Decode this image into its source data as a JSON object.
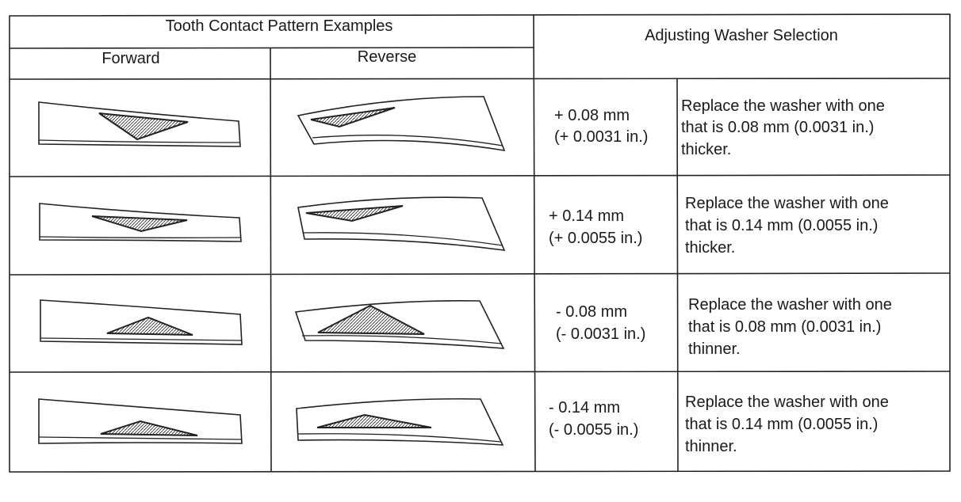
{
  "table": {
    "header": {
      "group_title": "Tooth Contact Pattern Examples",
      "forward_label": "Forward",
      "reverse_label": "Reverse",
      "adjust_title": "Adjusting Washer Selection"
    },
    "rows": [
      {
        "forward_pattern": "tooth-contact-pattern-heel-high",
        "reverse_pattern": "tooth-contact-pattern-toe-high",
        "amount_mm": "+ 0.08 mm",
        "amount_in": "(+ 0.0031 in.)",
        "instruction": [
          "Replace the washer with one",
          "that is 0.08 mm (0.0031 in.)",
          "thicker."
        ]
      },
      {
        "forward_pattern": "tooth-contact-pattern-high-center",
        "reverse_pattern": "tooth-contact-pattern-high-flank",
        "amount_mm": "+ 0.14 mm",
        "amount_in": "(+ 0.0055 in.)",
        "instruction": [
          "Replace the washer with one",
          "that is 0.14 mm (0.0055 in.)",
          "thicker."
        ]
      },
      {
        "forward_pattern": "tooth-contact-pattern-low-center",
        "reverse_pattern": "tooth-contact-pattern-low-large",
        "amount_mm": "- 0.08 mm",
        "amount_in": "(- 0.0031 in.)",
        "instruction": [
          "Replace the washer with one",
          "that is 0.08 mm (0.0031 in.)",
          "thinner."
        ]
      },
      {
        "forward_pattern": "tooth-contact-pattern-low-root",
        "reverse_pattern": "tooth-contact-pattern-low-root-long",
        "amount_mm": "- 0.14 mm",
        "amount_in": "(- 0.0055 in.)",
        "instruction": [
          "Replace the washer with one",
          "that is 0.14 mm (0.0055 in.)",
          "thinner."
        ]
      }
    ]
  }
}
